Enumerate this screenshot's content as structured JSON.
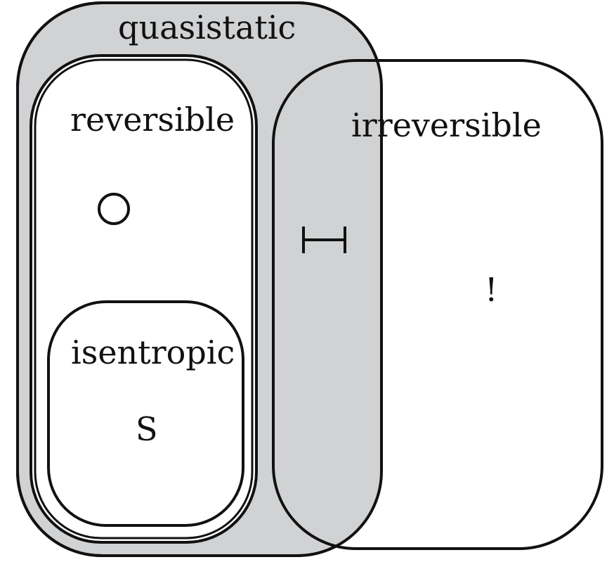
{
  "sets": {
    "quasistatic": {
      "label": "quasistatic",
      "fill": "#d1d2d4"
    },
    "reversible": {
      "label": "reversible",
      "fill": "#ffffff"
    },
    "isentropic": {
      "label": "isentropic",
      "fill": "#ffffff"
    },
    "irreversible": {
      "label": "irreversible",
      "fill": "none"
    }
  },
  "symbols": {
    "isentropic": "S",
    "irreversible": "!"
  },
  "icons": {
    "reversible": "circle-icon",
    "quasistatic_irreversible_overlap": "interval-bar-icon"
  },
  "colors": {
    "stroke": "#111111",
    "background": "#ffffff",
    "quasistatic_fill": "#d1d2d4"
  }
}
